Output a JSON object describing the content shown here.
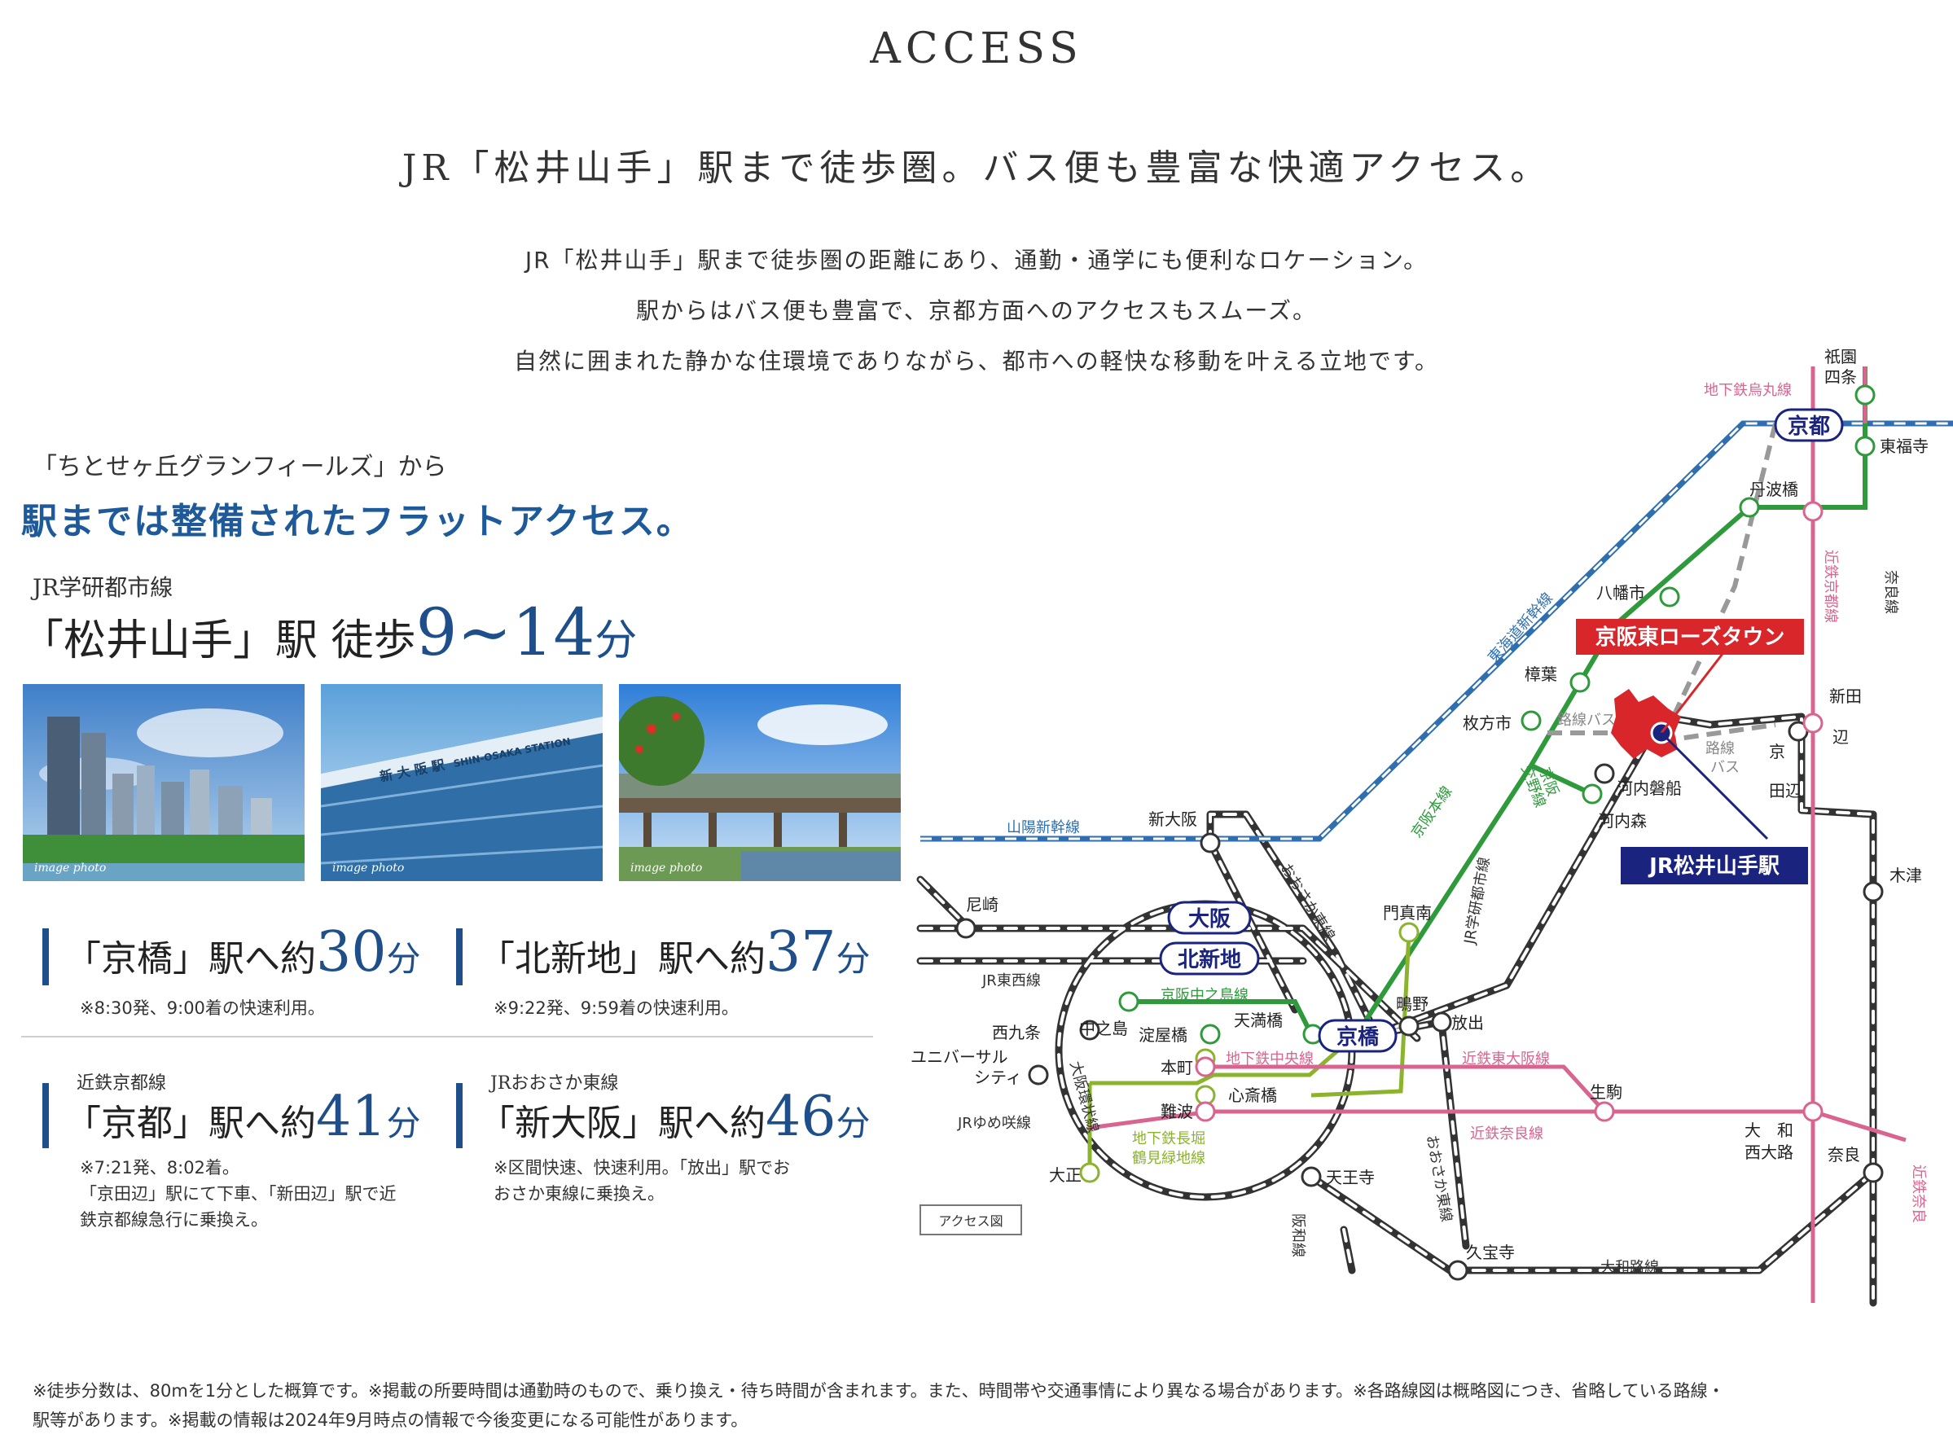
{
  "header": {
    "title": "ACCESS",
    "headline": "JR「松井山手」駅まで徒歩圏。バス便も豊富な快適アクセス。",
    "lead": [
      "JR「松井山手」駅まで徒歩圏の距離にあり、通勤・通学にも便利なロケーション。",
      "駅からはバス便も豊富で、京都方面へのアクセスもスムーズ。",
      "自然に囲まれた静かな住環境でありながら、都市への軽快な移動を叶える立地です。"
    ]
  },
  "walk": {
    "intro": "「ちとせヶ丘グランフィールズ」から",
    "flat_access": "駅までは整備されたフラットアクセス。",
    "line": "JR学研都市線",
    "station": "「松井山手」駅 徒歩",
    "minutes": "9~14",
    "unit": "分"
  },
  "photos": [
    {
      "caption": "image photo"
    },
    {
      "caption": "image photo",
      "sign_ja": "新 大 阪 駅",
      "sign_en": "SHIN-OSAKA STATION"
    },
    {
      "caption": "image photo"
    }
  ],
  "destinations": [
    {
      "line": "",
      "label": "「京橋」駅へ約",
      "minutes": "30",
      "unit": "分",
      "note": [
        "※8:30発、9:00着の快速利用。"
      ]
    },
    {
      "line": "",
      "label": "「北新地」駅へ約",
      "minutes": "37",
      "unit": "分",
      "note": [
        "※9:22発、9:59着の快速利用。"
      ]
    },
    {
      "line": "近鉄京都線",
      "label": "「京都」駅へ約",
      "minutes": "41",
      "unit": "分",
      "note": [
        "※7:21発、8:02着。",
        "「京田辺」駅にて下車、「新田辺」駅で近",
        "鉄京都線急行に乗換え。"
      ]
    },
    {
      "line": "JRおおさか東線",
      "label": "「新大阪」駅へ約",
      "minutes": "46",
      "unit": "分",
      "note": [
        "※区間快速、快速利用。「放出」駅でお",
        "おさか東線に乗換え。"
      ]
    }
  ],
  "map": {
    "legend_tag": "アクセス図",
    "property": "京阪東ローズタウン",
    "nearest_station": "JR松井山手駅",
    "badges": {
      "kyoto": "京都",
      "osaka": "大阪",
      "kitashinchi": "北新地",
      "kyobashi": "京橋"
    },
    "stations": {
      "gion": "祇園",
      "shijo": "四条",
      "tofukuji": "東福寺",
      "tambabashi": "丹波橋",
      "yawatashi": "八幡市",
      "kuzuha": "樟葉",
      "hirakatashi": "枚方市",
      "kawachiiwafune": "河内磐船",
      "kawachimori": "河内森",
      "shintanabe1": "新田",
      "shintanabe2": "辺",
      "kyotanabe1": "京",
      "kyotanabe2": "田辺",
      "kizu": "木津",
      "nara": "奈良",
      "yamato1": "大　和",
      "yamato2": "西大路",
      "ikoma": "生駒",
      "shinosaka": "新大阪",
      "amagasaki": "尼崎",
      "kadomaminami": "門真南",
      "shigino": "鴫野",
      "hanaten": "放出",
      "nakanoshima": "中之島",
      "yodoyabashi": "淀屋橋",
      "temmabashi": "天満橋",
      "nishikujo": "西九条",
      "usj1": "ユニバーサル",
      "usj2": "シティ",
      "honmachi": "本町",
      "shinsaibashi": "心斎橋",
      "namba": "難波",
      "taisho": "大正",
      "tennoji": "天王寺",
      "kyuhoji": "久宝寺"
    },
    "lines": {
      "subway_karasuma": "地下鉄烏丸線",
      "tokaido_shinkansen": "東海道新幹線",
      "sanyo_shinkansen": "山陽新幹線",
      "keihan_main": "京阪本線",
      "keihan_katano1": "京阪",
      "keihan_katano2": "交野線",
      "bus1": "路線バス",
      "bus2": "路線",
      "bus3": "バス",
      "gakken": "JR学研都市線",
      "osaka_higashi": "おおさか東線",
      "osaka_higashi2": "おおさか東線",
      "kintetsu_kyoto": "近鉄京都線",
      "nara_line": "奈良線",
      "jr_tozai": "JR東西線",
      "keihan_nakanoshima": "京阪中之島線",
      "subway_chuo": "地下鉄中央線",
      "kintetsu_higashiosaka": "近鉄東大阪線",
      "kintetsu_nara": "近鉄奈良線",
      "yumesaki": "JRゆめ咲線",
      "loop": "大阪環状線",
      "nagahori1": "地下鉄長堀",
      "nagahori2": "鶴見緑地線",
      "hanwa": "阪和線",
      "yamatoji": "大和路線",
      "kintetsu_nara2": "近鉄奈良"
    }
  },
  "footer": [
    "※徒歩分数は、80mを1分とした概算です。※掲載の所要時間は通勤時のもので、乗り換え・待ち時間が含まれます。また、時間帯や交通事情により異なる場合があります。※各路線図は概略図につき、省略している路線・",
    "駅等があります。※掲載の情報は2024年9月時点の情報で今後変更になる可能性があります。"
  ]
}
